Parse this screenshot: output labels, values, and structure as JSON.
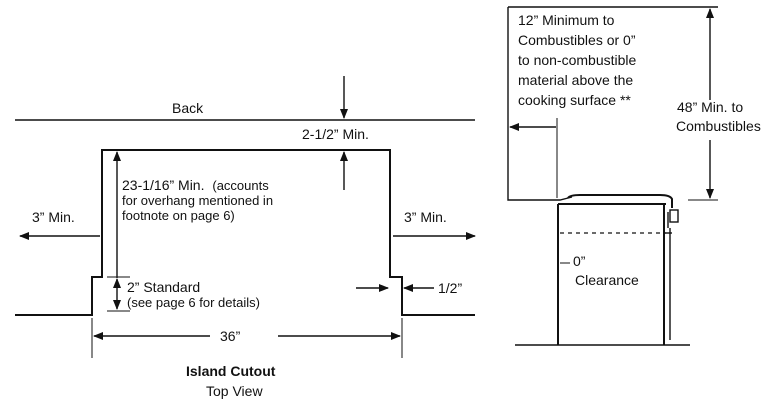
{
  "island": {
    "back": "Back",
    "back_clearance": "2-1/2” Min.",
    "depth_main": "23-1/16” Min.",
    "depth_note1": "(accounts",
    "depth_note2": "for overhang mentioned in",
    "depth_note3": "footnote on page 6)",
    "left_side": "3” Min.",
    "right_side": "3” Min.",
    "standard_main": "2” Standard",
    "standard_note": "(see page 6 for details)",
    "half_inch": "1/2”",
    "width": "36”",
    "caption_title": "Island Cutout",
    "caption_sub": "Top View"
  },
  "side": {
    "combustible_line1": "12” Minimum to",
    "combustible_line2": "Combustibles or 0”",
    "combustible_line3": "to non-combustible",
    "combustible_line4": "material above the",
    "combustible_line5": "cooking surface **",
    "height_line1": "48” Min. to",
    "height_line2": "Combustibles",
    "zero_line1": "0”",
    "zero_line2": "Clearance"
  }
}
